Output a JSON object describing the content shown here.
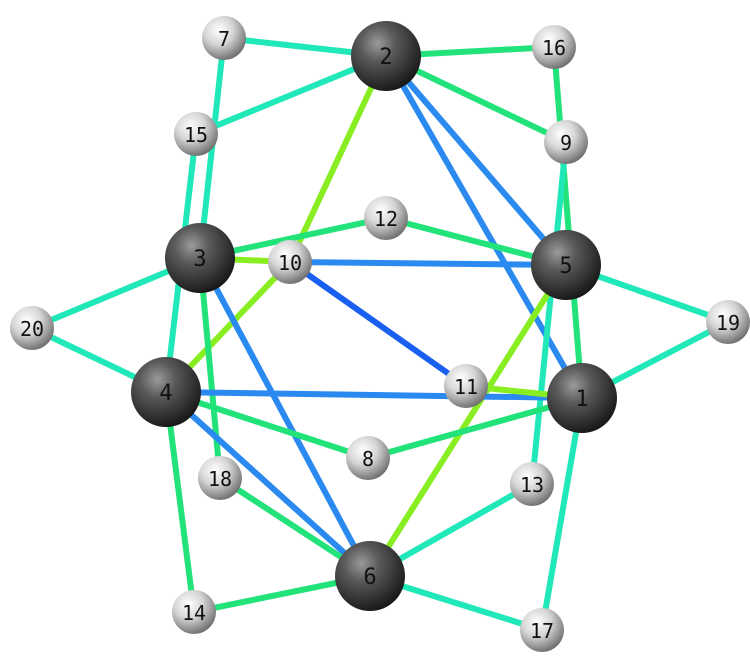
{
  "colors": {
    "background": "#ffffff",
    "bond_cyan": "#20e8b8",
    "bond_green": "#22e27a",
    "bond_lime": "#88ee22",
    "bond_blue": "#2a8af0",
    "bond_deep_blue": "#1a60f0",
    "atom_dark": "#3a3a3a",
    "atom_light": "#d8d8d8",
    "label": "#111111"
  },
  "atoms": [
    {
      "id": "1",
      "kind": "dark"
    },
    {
      "id": "2",
      "kind": "dark"
    },
    {
      "id": "3",
      "kind": "dark"
    },
    {
      "id": "4",
      "kind": "dark"
    },
    {
      "id": "5",
      "kind": "dark"
    },
    {
      "id": "6",
      "kind": "dark"
    },
    {
      "id": "7",
      "kind": "light"
    },
    {
      "id": "8",
      "kind": "light"
    },
    {
      "id": "9",
      "kind": "light"
    },
    {
      "id": "10",
      "kind": "light"
    },
    {
      "id": "11",
      "kind": "light"
    },
    {
      "id": "12",
      "kind": "light"
    },
    {
      "id": "13",
      "kind": "light"
    },
    {
      "id": "14",
      "kind": "light"
    },
    {
      "id": "15",
      "kind": "light"
    },
    {
      "id": "16",
      "kind": "light"
    },
    {
      "id": "17",
      "kind": "light"
    },
    {
      "id": "18",
      "kind": "light"
    },
    {
      "id": "19",
      "kind": "light"
    },
    {
      "id": "20",
      "kind": "light"
    }
  ],
  "bonds": [
    {
      "from": "7",
      "to": "2",
      "color": "cyan"
    },
    {
      "from": "2",
      "to": "16",
      "color": "green"
    },
    {
      "from": "2",
      "to": "15",
      "color": "cyan"
    },
    {
      "from": "2",
      "to": "9",
      "color": "green"
    },
    {
      "from": "2",
      "to": "10",
      "color": "lime"
    },
    {
      "from": "2",
      "to": "5",
      "color": "blue"
    },
    {
      "from": "2",
      "to": "1",
      "color": "blue"
    },
    {
      "from": "7",
      "to": "3",
      "color": "cyan"
    },
    {
      "from": "15",
      "to": "4",
      "color": "cyan"
    },
    {
      "from": "16",
      "to": "1",
      "color": "green"
    },
    {
      "from": "9",
      "to": "13",
      "color": "cyan"
    },
    {
      "from": "3",
      "to": "10",
      "color": "lime"
    },
    {
      "from": "3",
      "to": "12",
      "color": "green"
    },
    {
      "from": "12",
      "to": "5",
      "color": "green"
    },
    {
      "from": "10",
      "to": "5",
      "color": "blue"
    },
    {
      "from": "10",
      "to": "11",
      "color": "deep_blue"
    },
    {
      "from": "10",
      "to": "4",
      "color": "lime"
    },
    {
      "from": "3",
      "to": "20",
      "color": "cyan"
    },
    {
      "from": "20",
      "to": "4",
      "color": "cyan"
    },
    {
      "from": "3",
      "to": "6",
      "color": "blue"
    },
    {
      "from": "3",
      "to": "18",
      "color": "green"
    },
    {
      "from": "5",
      "to": "19",
      "color": "cyan"
    },
    {
      "from": "19",
      "to": "1",
      "color": "cyan"
    },
    {
      "from": "5",
      "to": "6",
      "color": "lime"
    },
    {
      "from": "4",
      "to": "1",
      "color": "blue"
    },
    {
      "from": "4",
      "to": "8",
      "color": "green"
    },
    {
      "from": "4",
      "to": "6",
      "color": "blue"
    },
    {
      "from": "4",
      "to": "14",
      "color": "green"
    },
    {
      "from": "11",
      "to": "1",
      "color": "lime"
    },
    {
      "from": "8",
      "to": "1",
      "color": "green"
    },
    {
      "from": "1",
      "to": "17",
      "color": "cyan"
    },
    {
      "from": "18",
      "to": "6",
      "color": "green"
    },
    {
      "from": "6",
      "to": "13",
      "color": "cyan"
    },
    {
      "from": "6",
      "to": "14",
      "color": "green"
    },
    {
      "from": "6",
      "to": "17",
      "color": "cyan"
    }
  ]
}
